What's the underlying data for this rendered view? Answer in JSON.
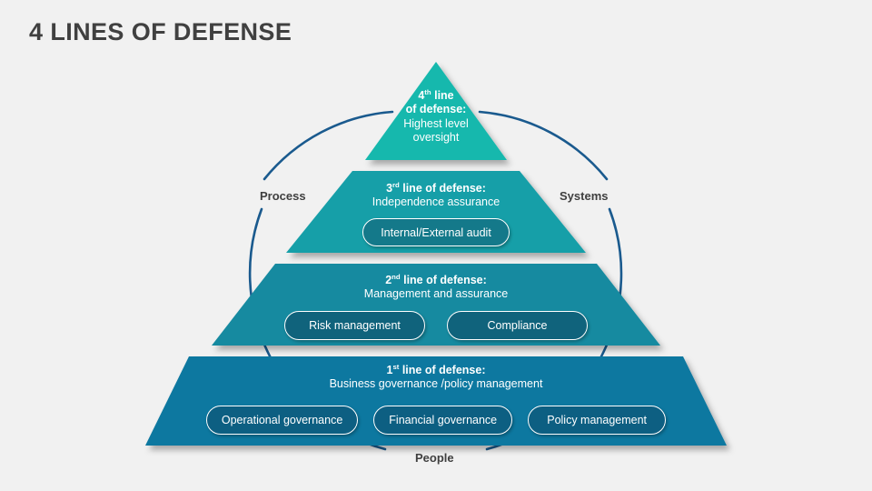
{
  "slide": {
    "title": "4 LINES OF DEFENSE",
    "background_color": "#f1f1f1",
    "title_color": "#404040"
  },
  "colors": {
    "tier4": "#15b8ad",
    "tier3": "#189fa8",
    "tier2": "#168aa0",
    "tier1": "#1178a0",
    "arc": "#1a5a8e",
    "pill_tier3": "#14798a",
    "pill_tier2": "#10637c",
    "pill_tier1": "#0d5f82",
    "pill_border": "#ffffff",
    "text_on_tier": "#ffffff"
  },
  "pyramid": {
    "tiers": [
      {
        "id": "tier-4",
        "level": 4,
        "ordinal": "4",
        "ordinal_suffix": "th",
        "heading_prefix": "4",
        "heading_rest": " line",
        "heading_line2": "of defense:",
        "subtitle_line1": "Highest level",
        "subtitle_line2": "oversight",
        "heading": "4th line of defense:",
        "subtitle": "Highest level oversight",
        "fill": "#15b8ad",
        "pills": []
      },
      {
        "id": "tier-3",
        "level": 3,
        "ordinal": "3",
        "ordinal_suffix": "rd",
        "heading_rest": " line of defense:",
        "heading": "3rd line of defense:",
        "subtitle": "Independence assurance",
        "fill": "#189fa8",
        "pills": [
          {
            "label": "Internal/External audit"
          }
        ]
      },
      {
        "id": "tier-2",
        "level": 2,
        "ordinal": "2",
        "ordinal_suffix": "nd",
        "heading_rest": " line of defense:",
        "heading": "2nd line of defense:",
        "subtitle": "Management and assurance",
        "fill": "#168aa0",
        "pills": [
          {
            "label": "Risk management"
          },
          {
            "label": "Compliance"
          }
        ]
      },
      {
        "id": "tier-1",
        "level": 1,
        "ordinal": "1",
        "ordinal_suffix": "st",
        "heading_rest": " line of defense:",
        "heading": "1st line of defense:",
        "subtitle": "Business governance /policy management",
        "fill": "#1178a0",
        "pills": [
          {
            "label": "Operational governance"
          },
          {
            "label": "Financial governance"
          },
          {
            "label": "Policy management"
          }
        ]
      }
    ]
  },
  "labels": {
    "left": "Process",
    "right": "Systems",
    "bottom": "People"
  }
}
